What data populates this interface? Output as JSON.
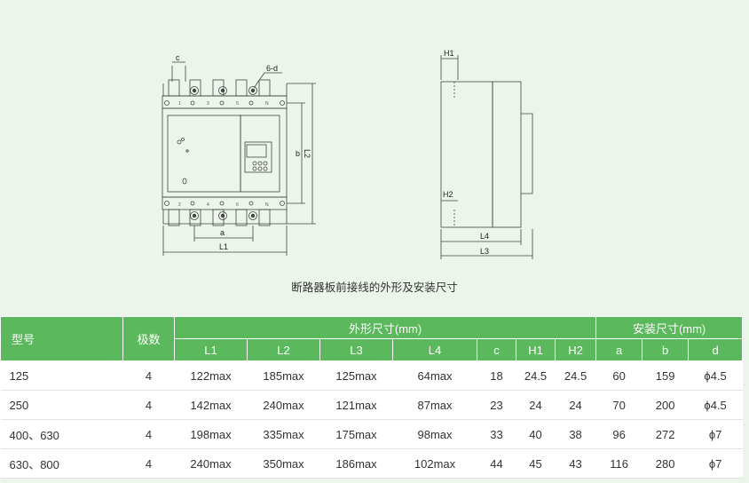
{
  "diagram": {
    "front_labels": {
      "c": "c",
      "hole": "6-d",
      "b": "b",
      "l2": "L2",
      "a": "a",
      "l1": "L1"
    },
    "terminal_top": [
      "1",
      "3",
      "5",
      "N"
    ],
    "terminal_bottom": [
      "2",
      "4",
      "6",
      "N"
    ],
    "side_labels": {
      "h1": "H1",
      "h2": "H2",
      "l4": "L4",
      "l3": "L3"
    },
    "caption": "断路器板前接线的外形及安装尺寸"
  },
  "table": {
    "header": {
      "model": "型号",
      "poles": "极数",
      "outline_group": "外形尺寸(mm)",
      "install_group": "安装尺寸(mm)",
      "columns": [
        "L1",
        "L2",
        "L3",
        "L4",
        "c",
        "H1",
        "H2",
        "a",
        "b",
        "d"
      ]
    },
    "rows": [
      {
        "model": "125",
        "poles": "4",
        "L1": "122max",
        "L2": "185max",
        "L3": "125max",
        "L4": "64max",
        "c": "18",
        "H1": "24.5",
        "H2": "24.5",
        "a": "60",
        "b": "159",
        "d": "ϕ4.5"
      },
      {
        "model": "250",
        "poles": "4",
        "L1": "142max",
        "L2": "240max",
        "L3": "121max",
        "L4": "87max",
        "c": "23",
        "H1": "24",
        "H2": "24",
        "a": "70",
        "b": "200",
        "d": "ϕ4.5"
      },
      {
        "model": "400、630",
        "poles": "4",
        "L1": "198max",
        "L2": "335max",
        "L3": "175max",
        "L4": "98max",
        "c": "33",
        "H1": "40",
        "H2": "38",
        "a": "96",
        "b": "272",
        "d": "ϕ7"
      },
      {
        "model": "630、800",
        "poles": "4",
        "L1": "240max",
        "L2": "350max",
        "L3": "186max",
        "L4": "102max",
        "c": "44",
        "H1": "45",
        "H2": "43",
        "a": "116",
        "b": "280",
        "d": "ϕ7"
      }
    ]
  },
  "colors": {
    "header_green": "#5cb85c",
    "page_background": "#ecf5ea"
  }
}
